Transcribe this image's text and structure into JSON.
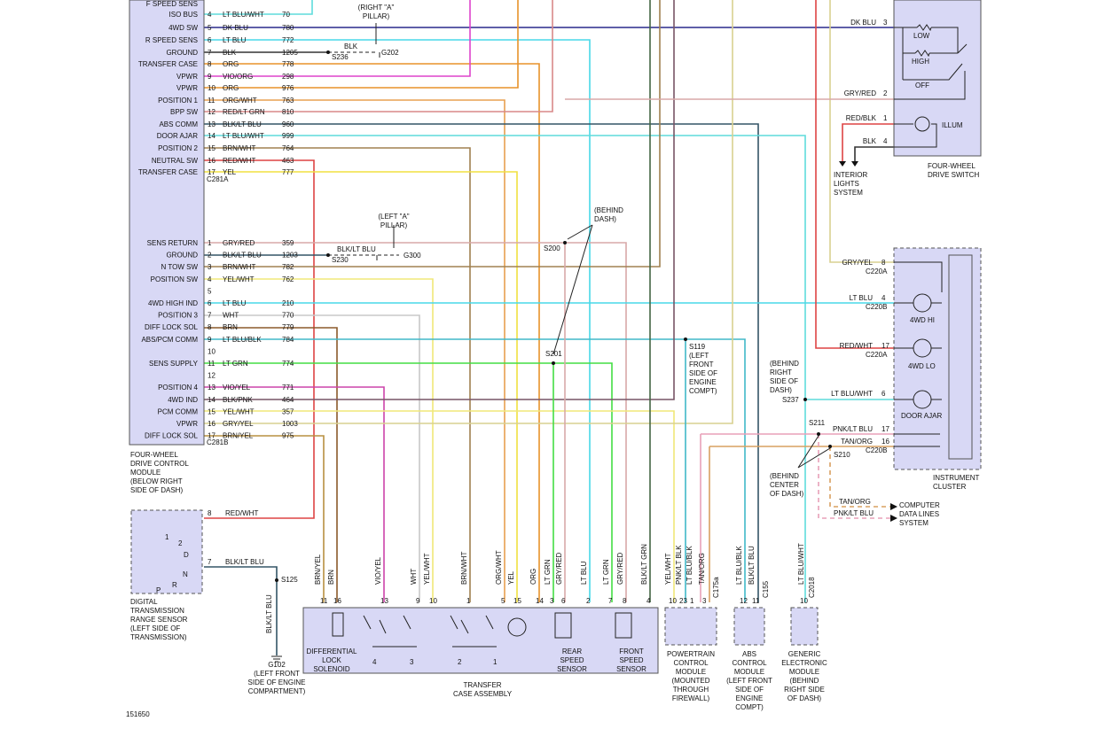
{
  "figure_number": "151650",
  "colors": {
    "module_fill": "#d8d8f5",
    "LT BLU/WHT": "#5fdcdc",
    "DK BLU": "#2a2a8c",
    "LT BLU": "#48d8e8",
    "BLK": "#333333",
    "ORG": "#e8922a",
    "VIO/ORG": "#dd44cc",
    "ORG/WHT": "#e8a050",
    "RED/LT GRN": "#d88888",
    "BLK/LT BLU": "#335566",
    "BRN/WHT": "#a08050",
    "RED/WHT": "#dd4444",
    "YEL": "#f0e040",
    "GRY/RED": "#d8a8a8",
    "BRN/YEL": "#b89040",
    "WHT": "#c8c8c8",
    "BRN": "#8b5a2b",
    "LT BLU/BLK": "#40b8c8",
    "LT GRN": "#44dd44",
    "VIO/YEL": "#cc44aa",
    "BLK/PNK": "#775566",
    "YEL/WHT": "#f0e878",
    "GRY/YEL": "#d8d090",
    "TAN/ORG": "#d8a060",
    "PNK/LT BLU": "#e8a0b8",
    "BLK/LT GRN": "#446644",
    "LT BLU/BLK_C": "#40b8c8"
  },
  "fwdcm": {
    "connector_a": "C281A",
    "connector_b": "C281B",
    "name": [
      "FOUR-WHEEL",
      "DRIVE CONTROL",
      "MODULE",
      "(BELOW RIGHT",
      "SIDE OF DASH)"
    ],
    "pins_a": [
      {
        "label": "F SPEED SENS",
        "pin": "",
        "color": "",
        "circuit": ""
      },
      {
        "label": "ISO BUS",
        "pin": "4",
        "color": "LT BLU/WHT",
        "circuit": "70"
      },
      {
        "label": "4WD SW",
        "pin": "5",
        "color": "DK BLU",
        "circuit": "780"
      },
      {
        "label": "R SPEED SENS",
        "pin": "6",
        "color": "LT BLU",
        "circuit": "772"
      },
      {
        "label": "GROUND",
        "pin": "7",
        "color": "BLK",
        "circuit": "1205"
      },
      {
        "label": "TRANSFER CASE",
        "pin": "8",
        "color": "ORG",
        "circuit": "778"
      },
      {
        "label": "VPWR",
        "pin": "9",
        "color": "VIO/ORG",
        "circuit": "298"
      },
      {
        "label": "VPWR",
        "pin": "10",
        "color": "ORG",
        "circuit": "976"
      },
      {
        "label": "POSITION 1",
        "pin": "11",
        "color": "ORG/WHT",
        "circuit": "763"
      },
      {
        "label": "BPP SW",
        "pin": "12",
        "color": "RED/LT GRN",
        "circuit": "810"
      },
      {
        "label": "ABS COMM",
        "pin": "13",
        "color": "BLK/LT BLU",
        "circuit": "960"
      },
      {
        "label": "DOOR AJAR",
        "pin": "14",
        "color": "LT BLU/WHT",
        "circuit": "999"
      },
      {
        "label": "POSITION 2",
        "pin": "15",
        "color": "BRN/WHT",
        "circuit": "764"
      },
      {
        "label": "NEUTRAL SW",
        "pin": "16",
        "color": "RED/WHT",
        "circuit": "463"
      },
      {
        "label": "TRANSFER CASE",
        "pin": "17",
        "color": "YEL",
        "circuit": "777"
      }
    ],
    "pins_b": [
      {
        "label": "SENS RETURN",
        "pin": "1",
        "color": "GRY/RED",
        "circuit": "359"
      },
      {
        "label": "GROUND",
        "pin": "2",
        "color": "BLK/LT BLU",
        "circuit": "1203"
      },
      {
        "label": "N TOW SW",
        "pin": "3",
        "color": "BRN/WHT",
        "circuit": "782"
      },
      {
        "label": "POSITION SW",
        "pin": "4",
        "color": "YEL/WHT",
        "circuit": "762"
      },
      {
        "label": "",
        "pin": "5",
        "color": "",
        "circuit": ""
      },
      {
        "label": "4WD HIGH IND",
        "pin": "6",
        "color": "LT BLU",
        "circuit": "210"
      },
      {
        "label": "POSITION 3",
        "pin": "7",
        "color": "WHT",
        "circuit": "770"
      },
      {
        "label": "DIFF LOCK SOL",
        "pin": "8",
        "color": "BRN",
        "circuit": "779"
      },
      {
        "label": "ABS/PCM COMM",
        "pin": "9",
        "color": "LT BLU/BLK",
        "circuit": "784"
      },
      {
        "label": "",
        "pin": "10",
        "color": "",
        "circuit": ""
      },
      {
        "label": "SENS SUPPLY",
        "pin": "11",
        "color": "LT GRN",
        "circuit": "774"
      },
      {
        "label": "",
        "pin": "12",
        "color": "",
        "circuit": ""
      },
      {
        "label": "POSITION 4",
        "pin": "13",
        "color": "VIO/YEL",
        "circuit": "771"
      },
      {
        "label": "4WD IND",
        "pin": "14",
        "color": "BLK/PNK",
        "circuit": "464"
      },
      {
        "label": "PCM COMM",
        "pin": "15",
        "color": "YEL/WHT",
        "circuit": "357"
      },
      {
        "label": "VPWR",
        "pin": "16",
        "color": "GRY/YEL",
        "circuit": "1003"
      },
      {
        "label": "DIFF LOCK SOL",
        "pin": "17",
        "color": "BRN/YEL",
        "circuit": "975"
      }
    ]
  },
  "splices": {
    "s236": "S236",
    "g202": "G202",
    "blk": "BLK",
    "right_a": [
      "(RIGHT \"A\"",
      "PILLAR)"
    ],
    "s230": "S230",
    "g300": "G300",
    "blk_lt_blu": "BLK/LT BLU",
    "left_a": [
      "(LEFT \"A\"",
      "PILLAR)"
    ],
    "s200": "S200",
    "s201": "S201",
    "behind_dash": [
      "(BEHIND",
      "DASH)"
    ],
    "s119": [
      "S119",
      "(LEFT",
      "FRONT",
      "SIDE OF",
      "ENGINE",
      "COMPT)"
    ],
    "s237": "S237",
    "behind_right_dash": [
      "(BEHIND",
      "RIGHT",
      "SIDE OF",
      "DASH)"
    ],
    "s211": "S211",
    "s210": "S210",
    "behind_center_dash": [
      "(BEHIND",
      "CENTER",
      "OF DASH)"
    ],
    "s125": "S125",
    "g102": [
      "G102",
      "(LEFT FRONT",
      "SIDE OF ENGINE",
      "COMPARTMENT)"
    ]
  },
  "switch": {
    "name": [
      "FOUR-WHEEL",
      "DRIVE SWITCH"
    ],
    "low": "LOW",
    "high": "HIGH",
    "off": "OFF",
    "illum": "ILLUM",
    "pins": [
      {
        "color": "DK BLU",
        "pin": "3"
      },
      {
        "color": "GRY/RED",
        "pin": "2"
      },
      {
        "color": "RED/BLK",
        "pin": "1"
      },
      {
        "color": "BLK",
        "pin": "4"
      }
    ],
    "interior": [
      "INTERIOR",
      "LIGHTS",
      "SYSTEM"
    ]
  },
  "cluster": {
    "name": [
      "INSTRUMENT",
      "CLUSTER"
    ],
    "pins": [
      {
        "color": "GRY/YEL",
        "pin": "8",
        "conn": "C220A"
      },
      {
        "color": "LT BLU",
        "pin": "4",
        "conn": "C220B"
      },
      {
        "color": "RED/WHT",
        "pin": "17",
        "conn": "C220A"
      },
      {
        "color": "LT BLU/WHT",
        "pin": "6",
        "conn": ""
      },
      {
        "color": "PNK/LT BLU",
        "pin": "17",
        "conn": ""
      },
      {
        "color": "TAN/ORG",
        "pin": "16",
        "conn": "C220B"
      }
    ],
    "lamps": [
      "4WD HI",
      "4WD LO",
      "DOOR AJAR"
    ]
  },
  "data_lines": {
    "tan": "TAN/ORG",
    "pnk": "PNK/LT BLU",
    "name": [
      "COMPUTER",
      "DATA LINES",
      "SYSTEM"
    ]
  },
  "dtr": {
    "name": [
      "DIGITAL",
      "TRANSMISSION",
      "RANGE SENSOR",
      "(LEFT SIDE OF",
      "TRANSMISSION)"
    ],
    "pin8": "8",
    "pin8_color": "RED/WHT",
    "pin7": "7",
    "pin7_color": "BLK/LT BLU",
    "g102_color": "BLK/LT BLU",
    "letters": [
      "1",
      "2",
      "D",
      "N",
      "R",
      "P"
    ]
  },
  "transfer_case": {
    "name": [
      "TRANSFER",
      "CASE ASSEMBLY"
    ],
    "wires": [
      {
        "color": "BRN/YEL",
        "pin": "11"
      },
      {
        "color": "BRN",
        "pin": "16"
      },
      {
        "color": "VIO/YEL",
        "pin": "13"
      },
      {
        "color": "WHT",
        "pin": "9"
      },
      {
        "color": "YEL/WHT",
        "pin": "10"
      },
      {
        "color": "BRN/WHT",
        "pin": "1"
      },
      {
        "color": "ORG/WHT",
        "pin": "5"
      },
      {
        "color": "YEL",
        "pin": "15"
      },
      {
        "color": "ORG",
        "pin": "14"
      },
      {
        "color": "LT GRN",
        "pin": "3"
      },
      {
        "color": "GRY/RED",
        "pin": "6"
      },
      {
        "color": "LT BLU",
        "pin": "2"
      },
      {
        "color": "LT GRN",
        "pin": "7"
      },
      {
        "color": "GRY/RED",
        "pin": "8"
      },
      {
        "color": "BLK/LT GRN",
        "pin": "4"
      }
    ],
    "solenoid": [
      "DIFFERENTIAL",
      "LOCK",
      "SOLENOID"
    ],
    "rear": [
      "REAR",
      "SPEED",
      "SENSOR"
    ],
    "front": [
      "FRONT",
      "SPEED",
      "SENSOR"
    ],
    "switch_nums": [
      "4",
      "3",
      "2",
      "1"
    ]
  },
  "pcm": {
    "name": [
      "POWERTRAIN",
      "CONTROL",
      "MODULE",
      "(MOUNTED",
      "THROUGH",
      "FIREWALL)"
    ],
    "conn": "C175a",
    "wires": [
      {
        "color": "YEL/WHT",
        "pin": "10"
      },
      {
        "color": "PNK/LT BLK",
        "pin": "23"
      },
      {
        "color": "LT BLU/BLK",
        "pin": "1"
      },
      {
        "color": "TAN/ORG",
        "pin": "3"
      }
    ]
  },
  "abs": {
    "name": [
      "ABS",
      "CONTROL",
      "MODULE",
      "(LEFT FRONT",
      "SIDE OF",
      "ENGINE",
      "COMPT)"
    ],
    "conn": "C155",
    "wires": [
      {
        "color": "LT BLU/BLK",
        "pin": "12"
      },
      {
        "color": "BLK/LT BLU",
        "pin": "11"
      }
    ]
  },
  "gem": {
    "name": [
      "GENERIC",
      "ELECTRONIC",
      "MODULE",
      "(BEHIND",
      "RIGHT SIDE",
      "OF DASH)"
    ],
    "conn": "C2018",
    "wires": [
      {
        "color": "LT BLU/WHT",
        "pin": "10"
      }
    ]
  }
}
